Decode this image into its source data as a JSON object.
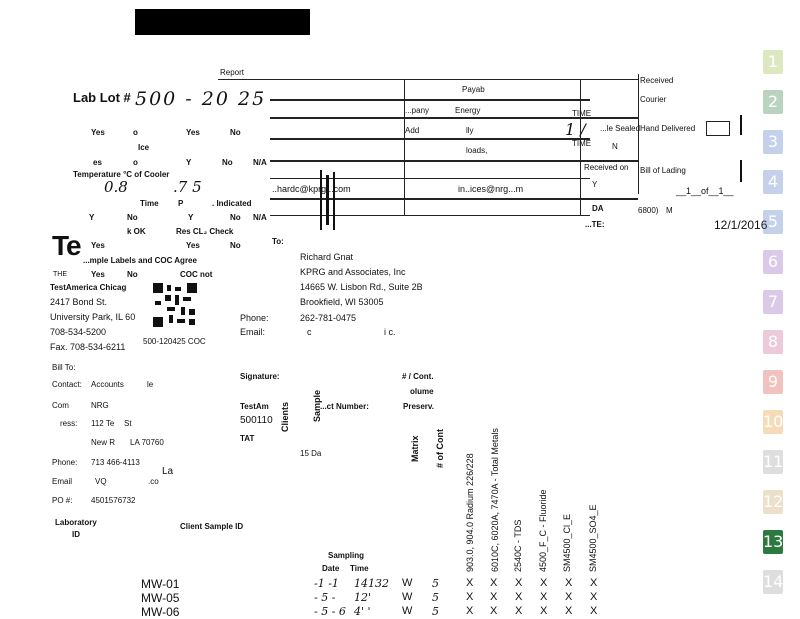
{
  "header": {
    "report_label": "Report",
    "lab_lot_label": "Lab Lot #",
    "lab_lot_value": "500 - 20 25",
    "payab_label": "Payab",
    "company_label": "...pany",
    "company_value": "Energy",
    "address_label": "Add",
    "address_value": "lly",
    "address2_value": "loads,",
    "email_value": "..hardc@kprg...com",
    "email2_value": "in..ices@nrg...m",
    "received_label": "Received",
    "courier_label": "Courier",
    "hand_delivered_label": "Hand Delivered",
    "bill_of_lading_label": "Bill of Lading",
    "bill_of_lading_value": "__1__of__1__",
    "time_label": "TIME",
    "time_label2": "TIME",
    "received_on_label": "Received on",
    "da_label": "DA",
    "te_label": "...TE:",
    "slash_value": "1 /",
    "sealed_label": "...le Sealed",
    "n_label": "N",
    "y_label": "Y",
    "num_6800": "6800)",
    "m_label": "M",
    "date_value": "12/1/2016"
  },
  "checklist": {
    "yes1": "Yes",
    "o1": "o",
    "yes2": "Yes",
    "no1": "No",
    "ice": "Ice",
    "es": "es",
    "o2": "o",
    "y1": "Y",
    "no2": "No",
    "na1": "N/A",
    "temp_label": "Temperature °C of Cooler",
    "temp_val1": "0.8",
    "temp_val2": ".7 5",
    "time_label": "Time",
    "p_label": "P",
    "indicated": ". Indicated",
    "y2": "Y",
    "no3": "No",
    "y3": "Y",
    "no4": "No",
    "na2": "N/A",
    "k_ok": "k OK",
    "res_cl": "Res CL₂ Check",
    "yes3": "Yes",
    "yes4": "Yes",
    "no5": "No",
    "sample_labels": "...mple Labels and COC Agree",
    "yes5": "Yes",
    "no6": "No",
    "coc_not": "COC not"
  },
  "lab": {
    "logo": "Te",
    "the": "THE",
    "name": "TestAmerica Chicag",
    "address1": "2417 Bond St.",
    "address2": "University Park, IL 60",
    "phone": "708-534-5200",
    "fax": "Fax. 708-534-6211",
    "coc": "500-120425 COC"
  },
  "client": {
    "to_label": "To:",
    "name": "Richard Gnat",
    "company": "KPRG and Associates, Inc",
    "address1": "14665 W. Lisbon Rd., Suite 2B",
    "address2": "Brookfield, WI 53005",
    "phone_label": "Phone:",
    "phone": "262-781-0475",
    "email_label": "Email:",
    "email_c": "c",
    "email_ic": "i c."
  },
  "billto": {
    "bill_label": "Bill To:",
    "contact_label": "Contact:",
    "contact_value": "Accounts",
    "contact_suffix": "le",
    "company_label": "Com",
    "company_value": "NRG",
    "address_label": "ress:",
    "address_value": "112 Te",
    "address_suffix": "St",
    "city_value": "New R",
    "city_suffix": "LA 70760",
    "phone_label": "Phone:",
    "phone_value": "713 466-4113",
    "email_label": "Email",
    "email_value": "VQ",
    "email_suffix": ".co",
    "la_value": "La",
    "po_label": "PO #:",
    "po_value": "4501576732"
  },
  "project": {
    "signature_label": "Signature:",
    "testam_label": "TestAm",
    "project_number": "500110",
    "tat_label": "TAT",
    "tat_value": "15 Da",
    "ct_number_label": "...ct Number:",
    "cont_label": "# / Cont.",
    "olume_label": "olume",
    "preserv_label": "Preserv.",
    "client_label": "Clients",
    "sample_vert": "Sample"
  },
  "table": {
    "lab_id_label": "Laboratory",
    "id_label": "ID",
    "client_sample_label": "Client Sample ID",
    "sampling_label": "Sampling",
    "date_label": "Date",
    "time_label": "Time",
    "matrix_label": "Matrix",
    "num_cont_label": "# of Cont",
    "analyses": [
      "903.0, 904.0 Radium 226/228",
      "6010C, 6020A, 7470A - Total Metals",
      "2540C - TDS",
      "4500_F_C - Fluoride",
      "SM4500_Cl_E",
      "SM4500_SO4_E"
    ],
    "rows": [
      {
        "id": "MW-01",
        "date": "-1 -1",
        "time": "14132",
        "matrix": "W",
        "cont": "5",
        "marks": [
          "X",
          "X",
          "X",
          "X",
          "X",
          "X"
        ]
      },
      {
        "id": "MW-05",
        "date": "- 5 -",
        "time": "12'",
        "matrix": "W",
        "cont": "5",
        "marks": [
          "X",
          "X",
          "X",
          "X",
          "X",
          "X"
        ]
      },
      {
        "id": "MW-06",
        "date": "- 5 - 6",
        "time": "4' '",
        "matrix": "W",
        "cont": "5",
        "marks": [
          "X",
          "X",
          "X",
          "X",
          "X",
          "X"
        ]
      }
    ]
  },
  "page_tabs": [
    "1",
    "2",
    "3",
    "4",
    "5",
    "6",
    "7",
    "8",
    "9",
    "10",
    "11",
    "12",
    "13",
    "14"
  ],
  "colors": {
    "tab_green": "#2c7a3e",
    "tab_lime": "#9cba3e",
    "tab_blue": "#4d6fc2",
    "tab_purple": "#8f5bb8",
    "tab_pink": "#c95c8c",
    "tab_red": "#d8453a",
    "tab_orange": "#e4902a",
    "tab_gray": "#9a9a9a",
    "tab_tan": "#c8a060"
  }
}
